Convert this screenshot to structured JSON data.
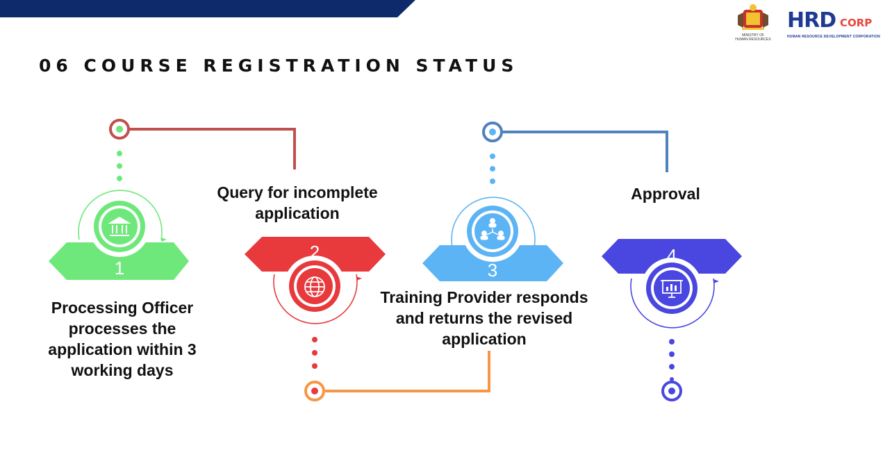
{
  "page": {
    "title": "06 COURSE REGISTRATION STATUS"
  },
  "logos": {
    "ministry_line1": "MINISTRY OF",
    "ministry_line2": "HUMAN RESOURCES",
    "hrd_main": "HRD",
    "hrd_corp": "CORP",
    "hrd_sub": "HUMAN RESOURCE DEVELOPMENT CORPORATION"
  },
  "steps": [
    {
      "number": "1",
      "text": "Processing Officer processes the application within 3 working days",
      "color": "#6ee87a",
      "icon": "bank-icon"
    },
    {
      "number": "2",
      "text": "Query for incomplete application",
      "color": "#e8393c",
      "icon": "globe-icon"
    },
    {
      "number": "3",
      "text": "Training Provider responds and returns the revised application",
      "color": "#5cb4f5",
      "icon": "network-users-icon"
    },
    {
      "number": "4",
      "text": "Approval",
      "color": "#4a46e0",
      "icon": "presentation-chart-icon"
    }
  ],
  "colors": {
    "banner": "#0e2a6b",
    "connector_red": "#c0504d",
    "connector_orange": "#f79646",
    "connector_blue": "#4f81bd"
  }
}
